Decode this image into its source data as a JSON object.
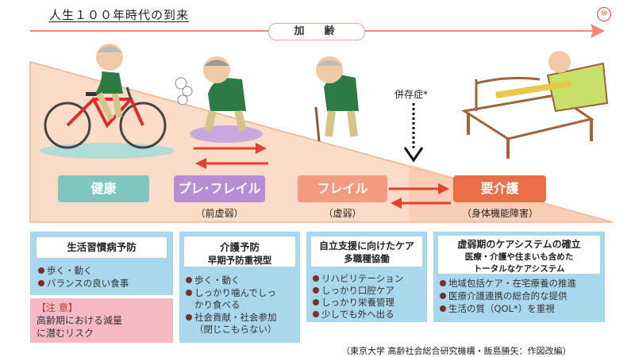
{
  "header": {
    "title": "人生１００年時代の到来",
    "page_number": "⑩",
    "aging_label": "加　齢"
  },
  "illustration": {
    "comorbidity_label": "併存症*",
    "figures": [
      "cyclist-man",
      "hunched-man",
      "cane-man",
      "bedridden-man"
    ]
  },
  "stages": [
    {
      "label": "健康",
      "sub": ""
    },
    {
      "label": "プレ･フレイル",
      "sub": "（前虚弱）"
    },
    {
      "label": "フレイル",
      "sub": "（虚弱）"
    },
    {
      "label": "要介護",
      "sub": "（身体機能障害）"
    }
  ],
  "cards": [
    {
      "title": "生活習慣病予防",
      "items": [
        "歩く・動く",
        "バランスの良い食事"
      ]
    },
    {
      "title": "介護予防",
      "subtitle": "早期予防重視型",
      "items": [
        "歩く・動く",
        "しっかり噛んでしっ",
        "かり食べる",
        "社会貢献・社会参加",
        "（閉じこもらない）"
      ]
    },
    {
      "title": "自立支援に向けたケア",
      "subtitle": "多職種協働",
      "items": [
        "リハビリテーション",
        "しっかり口腔ケア",
        "しっかり栄養管理",
        "少しでも外へ出る"
      ]
    },
    {
      "title": "虚弱期のケアシステムの確立",
      "subtitle": "医療・介護や住まいも含めた",
      "subtitle2": "トータルなケアシステム",
      "items": [
        "地域包括ケア・在宅療養の推進",
        "医療介護連携の総合的な提供",
        "生活の質（QOL*）を重視"
      ]
    }
  ],
  "warning": {
    "title": "【注 意】",
    "line1": "高齢期における減量",
    "line2": "に潜むリスク"
  },
  "source": "（東京大学 高齢社会総合研究機構・飯島勝矢：作図改編）",
  "colors": {
    "triangle_fill": "#fbdcc8",
    "triangle_edge": "#f4b090",
    "health": "#7fc6c1",
    "prefrail": "#b78ed6",
    "frail": "#f39a82",
    "care": "#ea6f48",
    "card": "#a9d8ec",
    "warning": "#f5b9c5",
    "arrow": "#e83e2d",
    "bullet": "#7a2f2f"
  }
}
